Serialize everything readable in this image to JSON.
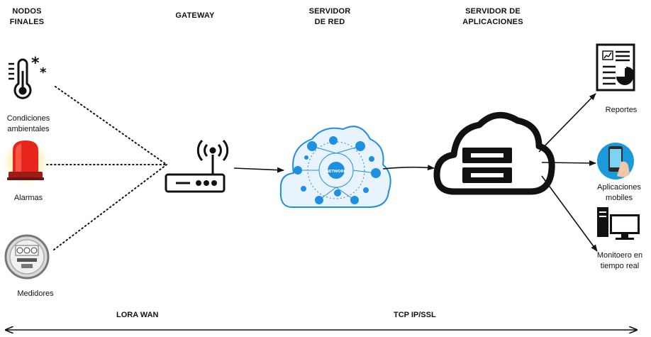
{
  "headers": {
    "end_nodes": "NODOS\nFINALES",
    "gateway": "GATEWAY",
    "network_server": "SERVIDOR\nDE RED",
    "application_server": "SERVIDOR DE\nAPLICACIONES"
  },
  "end_nodes": [
    {
      "label": "Condiciones\nambientales",
      "icon": "thermometer-icon"
    },
    {
      "label": "Alarmas",
      "icon": "alarm-siren-icon"
    },
    {
      "label": "Medidores",
      "icon": "electric-meter-icon"
    }
  ],
  "network_cloud_text": "NETWORK",
  "outputs": [
    {
      "label": "Reportes",
      "icon": "report-icon"
    },
    {
      "label": "Aplicaciones\nmobiles",
      "icon": "mobile-phone-icon"
    },
    {
      "label": "Monitoero en\ntiempo real",
      "icon": "desktop-computer-icon"
    }
  ],
  "protocols": {
    "left": "LORA WAN",
    "right": "TCP IP/SSL"
  },
  "colors": {
    "cloud_blue": "#1e90e0",
    "siren_red": "#e8251c",
    "siren_glow": "#f7b000",
    "phone_bg": "#1a9ad8"
  }
}
